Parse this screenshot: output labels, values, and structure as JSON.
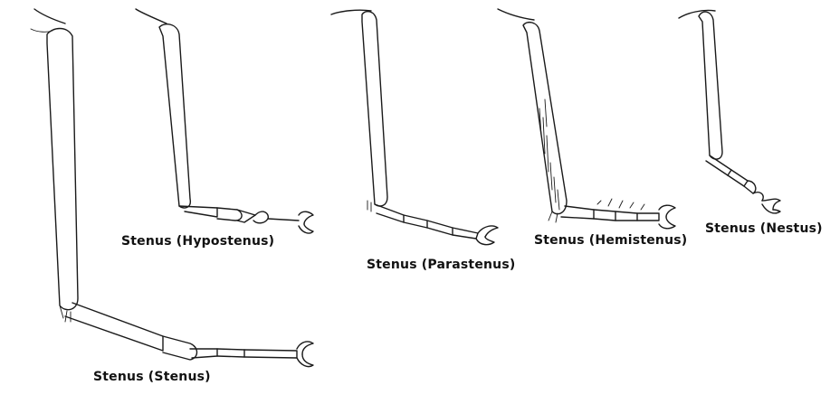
{
  "figure": {
    "labels": {
      "stenus": "Stenus (Stenus)",
      "hypostenus": "Stenus (Hypostenus)",
      "parastenus": "Stenus (Parastenus)",
      "hemistenus": "Stenus (Hemistenus)",
      "nestus": "Stenus (Nestus)"
    }
  }
}
